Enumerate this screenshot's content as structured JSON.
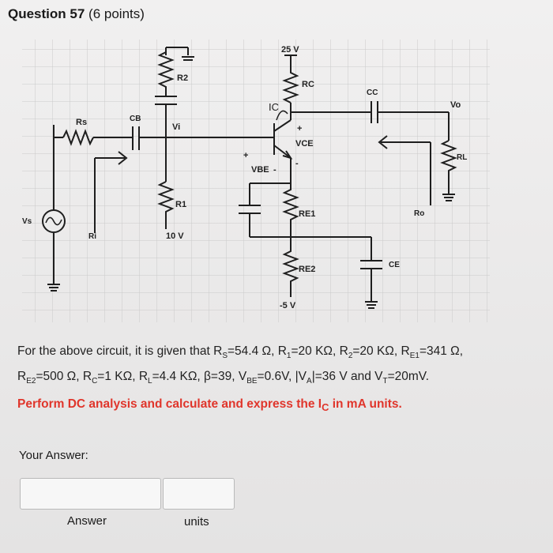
{
  "question": {
    "title": "Question 57",
    "points": "(6 points)"
  },
  "circuit": {
    "labels": {
      "r2": "R2",
      "vi": "Vi",
      "r1": "R1",
      "v10": "10 V",
      "rs": "Rs",
      "cb": "CB",
      "vs": "Vs",
      "ri": "Ri",
      "v25": "25 V",
      "rc": "RC",
      "ic": "IC",
      "vce": "VCE",
      "vbe": "VBE",
      "re1": "RE1",
      "re2": "RE2",
      "vm5": "-5 V",
      "cc": "CC",
      "vo": "Vo",
      "rl": "RL",
      "ro": "Ro",
      "ce": "CE",
      "plus1": "+",
      "plus2": "+",
      "minus1": "-",
      "minus2": "-"
    }
  },
  "problem": {
    "line1_pre": "For the above circuit, it is given that R",
    "s_sub": "S",
    "line1_a": "=54.4 Ω, R",
    "one_sub": "1",
    "line1_b": "=20 KΩ, R",
    "two_sub": "2",
    "line1_c": "=20 KΩ, R",
    "e1_sub": "E1",
    "line1_d": "=341 Ω,",
    "line2_pre": "R",
    "e2_sub": "E2",
    "line2_a": "=500 Ω, R",
    "c_sub": "C",
    "line2_b": "=1 KΩ, R",
    "l_sub": "L",
    "line2_c": "=4.4 KΩ, β=39, V",
    "be_sub": "BE",
    "line2_d": "=0.6V, |V",
    "a_sub": "A",
    "line2_e": "|=36 V and V",
    "t_sub": "T",
    "line2_f": "=20mV."
  },
  "task": {
    "pre": "Perform DC analysis and calculate and express the I",
    "sub": "C",
    "post": " in mA units."
  },
  "answer": {
    "heading": "Your Answer:",
    "answer_label": "Answer",
    "units_label": "units"
  }
}
